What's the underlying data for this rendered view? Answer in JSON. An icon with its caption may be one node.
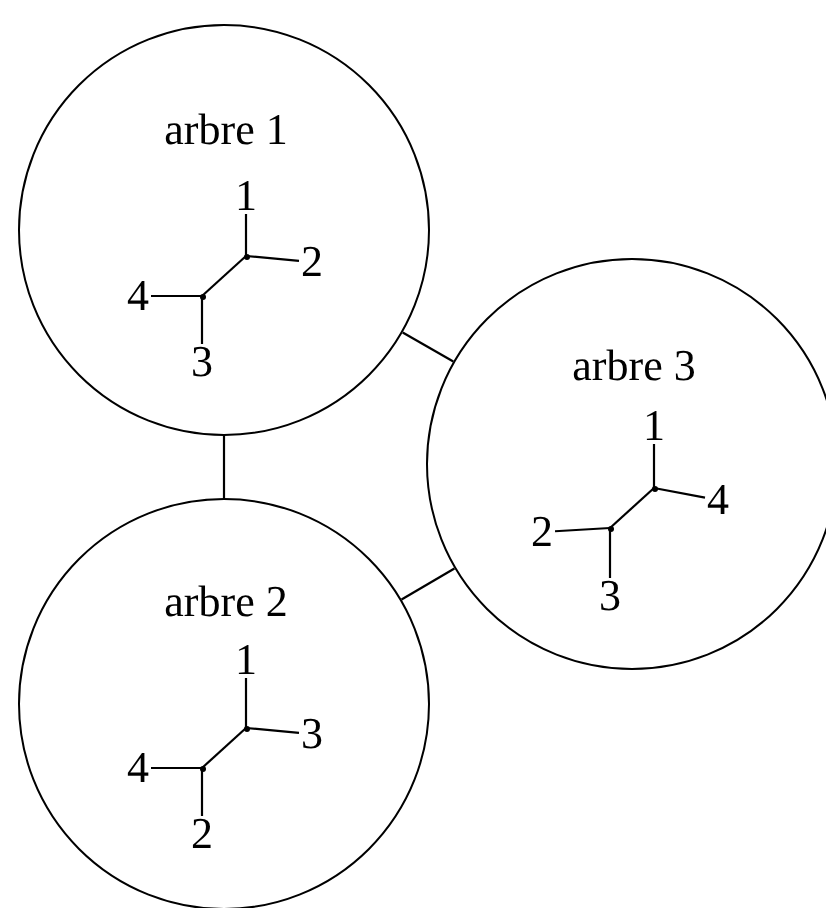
{
  "diagram": {
    "nodes": [
      {
        "text": [
          "arbre 1"
        ]
      },
      {
        "text": [
          "1"
        ],
        "in": 0
      },
      {
        "text": [
          "2"
        ],
        "in": 0
      },
      {
        "text": [
          "4"
        ],
        "in": 0
      },
      {
        "text": [
          "3"
        ],
        "in": 0
      },
      {
        "text": [],
        "shape": "dot",
        "in": 0
      },
      {
        "text": [],
        "shape": "dot",
        "in": 0
      },
      {
        "text": [
          "arbre 3"
        ]
      },
      {
        "text": [
          "1"
        ],
        "in": 7
      },
      {
        "text": [
          "4"
        ],
        "in": 7
      },
      {
        "text": [
          "2"
        ],
        "in": 7
      },
      {
        "text": [
          "3"
        ],
        "in": 7
      },
      {
        "text": [],
        "shape": "dot",
        "in": 7
      },
      {
        "text": [],
        "shape": "dot",
        "in": 7
      },
      {
        "text": [
          "arbre 2"
        ]
      },
      {
        "text": [
          "1"
        ],
        "in": 14
      },
      {
        "text": [
          "3"
        ],
        "in": 14
      },
      {
        "text": [
          "4"
        ],
        "in": 14
      },
      {
        "text": [
          "2"
        ],
        "in": 14
      },
      {
        "text": [],
        "shape": "dot",
        "in": 14
      },
      {
        "text": [],
        "shape": "dot",
        "in": 14
      }
    ],
    "edges": [
      {
        "from": 1,
        "to": 5,
        "arrow": "none"
      },
      {
        "from": 5,
        "to": 2,
        "arrow": "none"
      },
      {
        "from": 5,
        "to": 6,
        "arrow": "none"
      },
      {
        "from": 3,
        "to": 6,
        "arrow": "none"
      },
      {
        "from": 6,
        "to": 4,
        "arrow": "none"
      },
      {
        "from": 8,
        "to": 12,
        "arrow": "none"
      },
      {
        "from": 12,
        "to": 9,
        "arrow": "none"
      },
      {
        "from": 12,
        "to": 13,
        "arrow": "none"
      },
      {
        "from": 10,
        "to": 13,
        "arrow": "none"
      },
      {
        "from": 13,
        "to": 11,
        "arrow": "none"
      },
      {
        "from": 15,
        "to": 19,
        "arrow": "none"
      },
      {
        "from": 19,
        "to": 16,
        "arrow": "none"
      },
      {
        "from": 19,
        "to": 20,
        "arrow": "none"
      },
      {
        "from": 17,
        "to": 20,
        "arrow": "none"
      },
      {
        "from": 20,
        "to": 18,
        "arrow": "none"
      },
      {
        "from": 0,
        "to": 7,
        "arrow": "none"
      },
      {
        "from": 0,
        "to": 14,
        "arrow": "none"
      },
      {
        "from": 7,
        "to": 14,
        "arrow": "none"
      }
    ]
  }
}
